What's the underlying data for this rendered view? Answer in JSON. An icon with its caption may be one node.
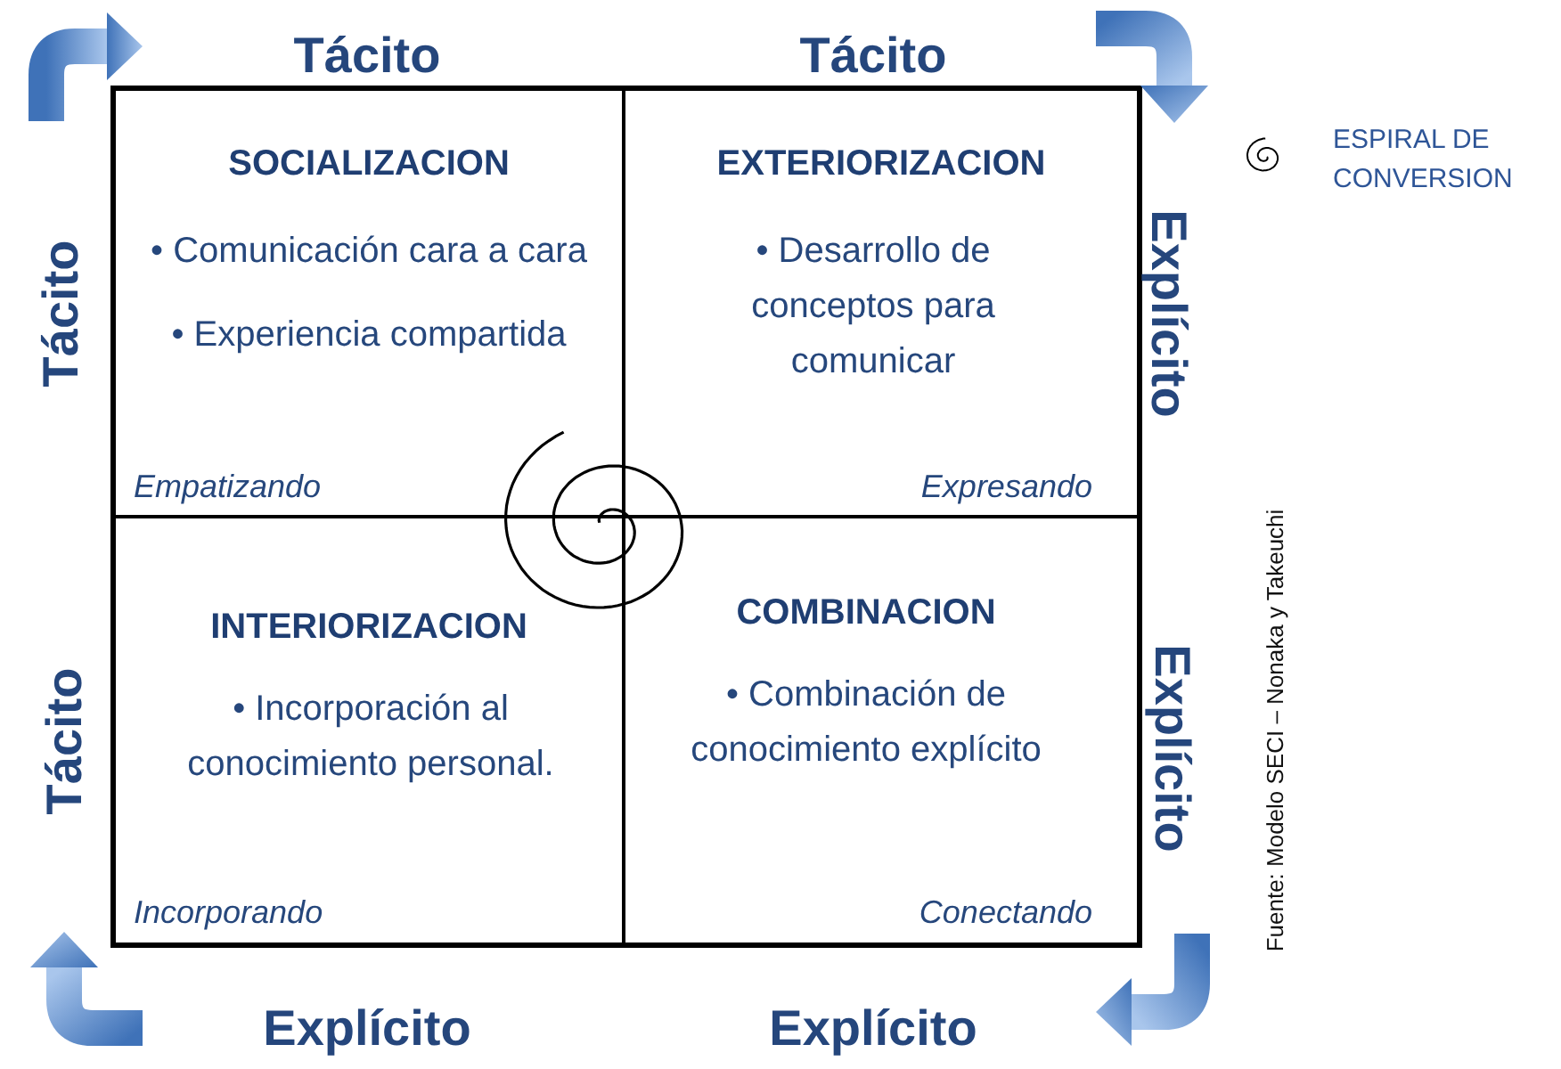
{
  "diagram": {
    "nodes": [
      {
        "text": [
          "SOCIALIZACION",
          "• Comunicación cara a cara",
          "• Experiencia compartida",
          "Empatizando"
        ]
      },
      {
        "text": [
          "EXTERIORIZACION",
          "• Desarrollo de conceptos para comunicar",
          "Expresando"
        ]
      },
      {
        "text": [
          "INTERIORIZACION",
          "• Incorporación al conocimiento personal.",
          "Incorporando"
        ]
      },
      {
        "text": [
          "COMBINACION",
          "• Combinación de conocimiento explícito",
          "Conectando"
        ]
      }
    ],
    "labels": [
      "Tácito",
      "Tácito",
      "Tácito",
      "Explícito",
      "Tácito",
      "Explícito",
      "Fuente: Modelo SECI – Nonaka y Takeuchi",
      "Explícito",
      "Explícito"
    ],
    "legend": [
      {
        "text": "ESPIRAL DE CONVERSION"
      }
    ]
  }
}
